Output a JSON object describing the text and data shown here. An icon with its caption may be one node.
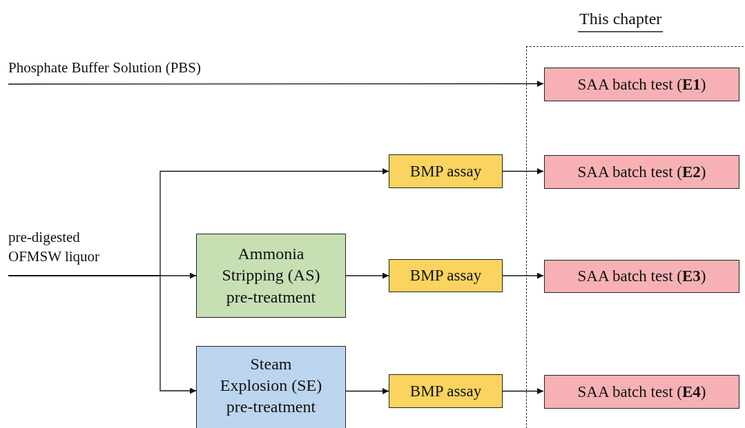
{
  "diagram": {
    "nodes": [
      {
        "text": [
          "This chapter"
        ]
      },
      {
        "text": [
          "Phosphate Buffer Solution (PBS)"
        ]
      },
      {
        "text": [
          "pre-digested OFMSW liquor"
        ]
      },
      {
        "text": [
          "BMP assay"
        ]
      },
      {
        "text": [
          "Ammonia Stripping (AS) pre-treatment"
        ]
      },
      {
        "text": [
          "BMP assay"
        ]
      },
      {
        "text": [
          "Steam Explosion (SE) pre-treatment"
        ]
      },
      {
        "text": [
          "BMP assay"
        ]
      },
      {
        "text": [
          "SAA batch test (**E1**)"
        ],
        "in": 0
      },
      {
        "text": [
          "SAA batch test (**E2**)"
        ],
        "in": 0
      },
      {
        "text": [
          "SAA batch test (**E3**)"
        ],
        "in": 0
      },
      {
        "text": [
          "SAA batch test (**E4**)"
        ],
        "in": 0
      }
    ],
    "edges": [
      {
        "from": 1,
        "to": 8,
        "arrow": "to"
      },
      {
        "from": 2,
        "to": 3,
        "arrow": "to"
      },
      {
        "from": 2,
        "to": 4,
        "arrow": "to"
      },
      {
        "from": 2,
        "to": 6,
        "arrow": "to"
      },
      {
        "from": 3,
        "to": 9,
        "arrow": "to"
      },
      {
        "from": 4,
        "to": 5,
        "arrow": "to"
      },
      {
        "from": 5,
        "to": 10,
        "arrow": "to"
      },
      {
        "from": 6,
        "to": 7,
        "arrow": "to"
      },
      {
        "from": 7,
        "to": 11,
        "arrow": "to"
      }
    ]
  }
}
